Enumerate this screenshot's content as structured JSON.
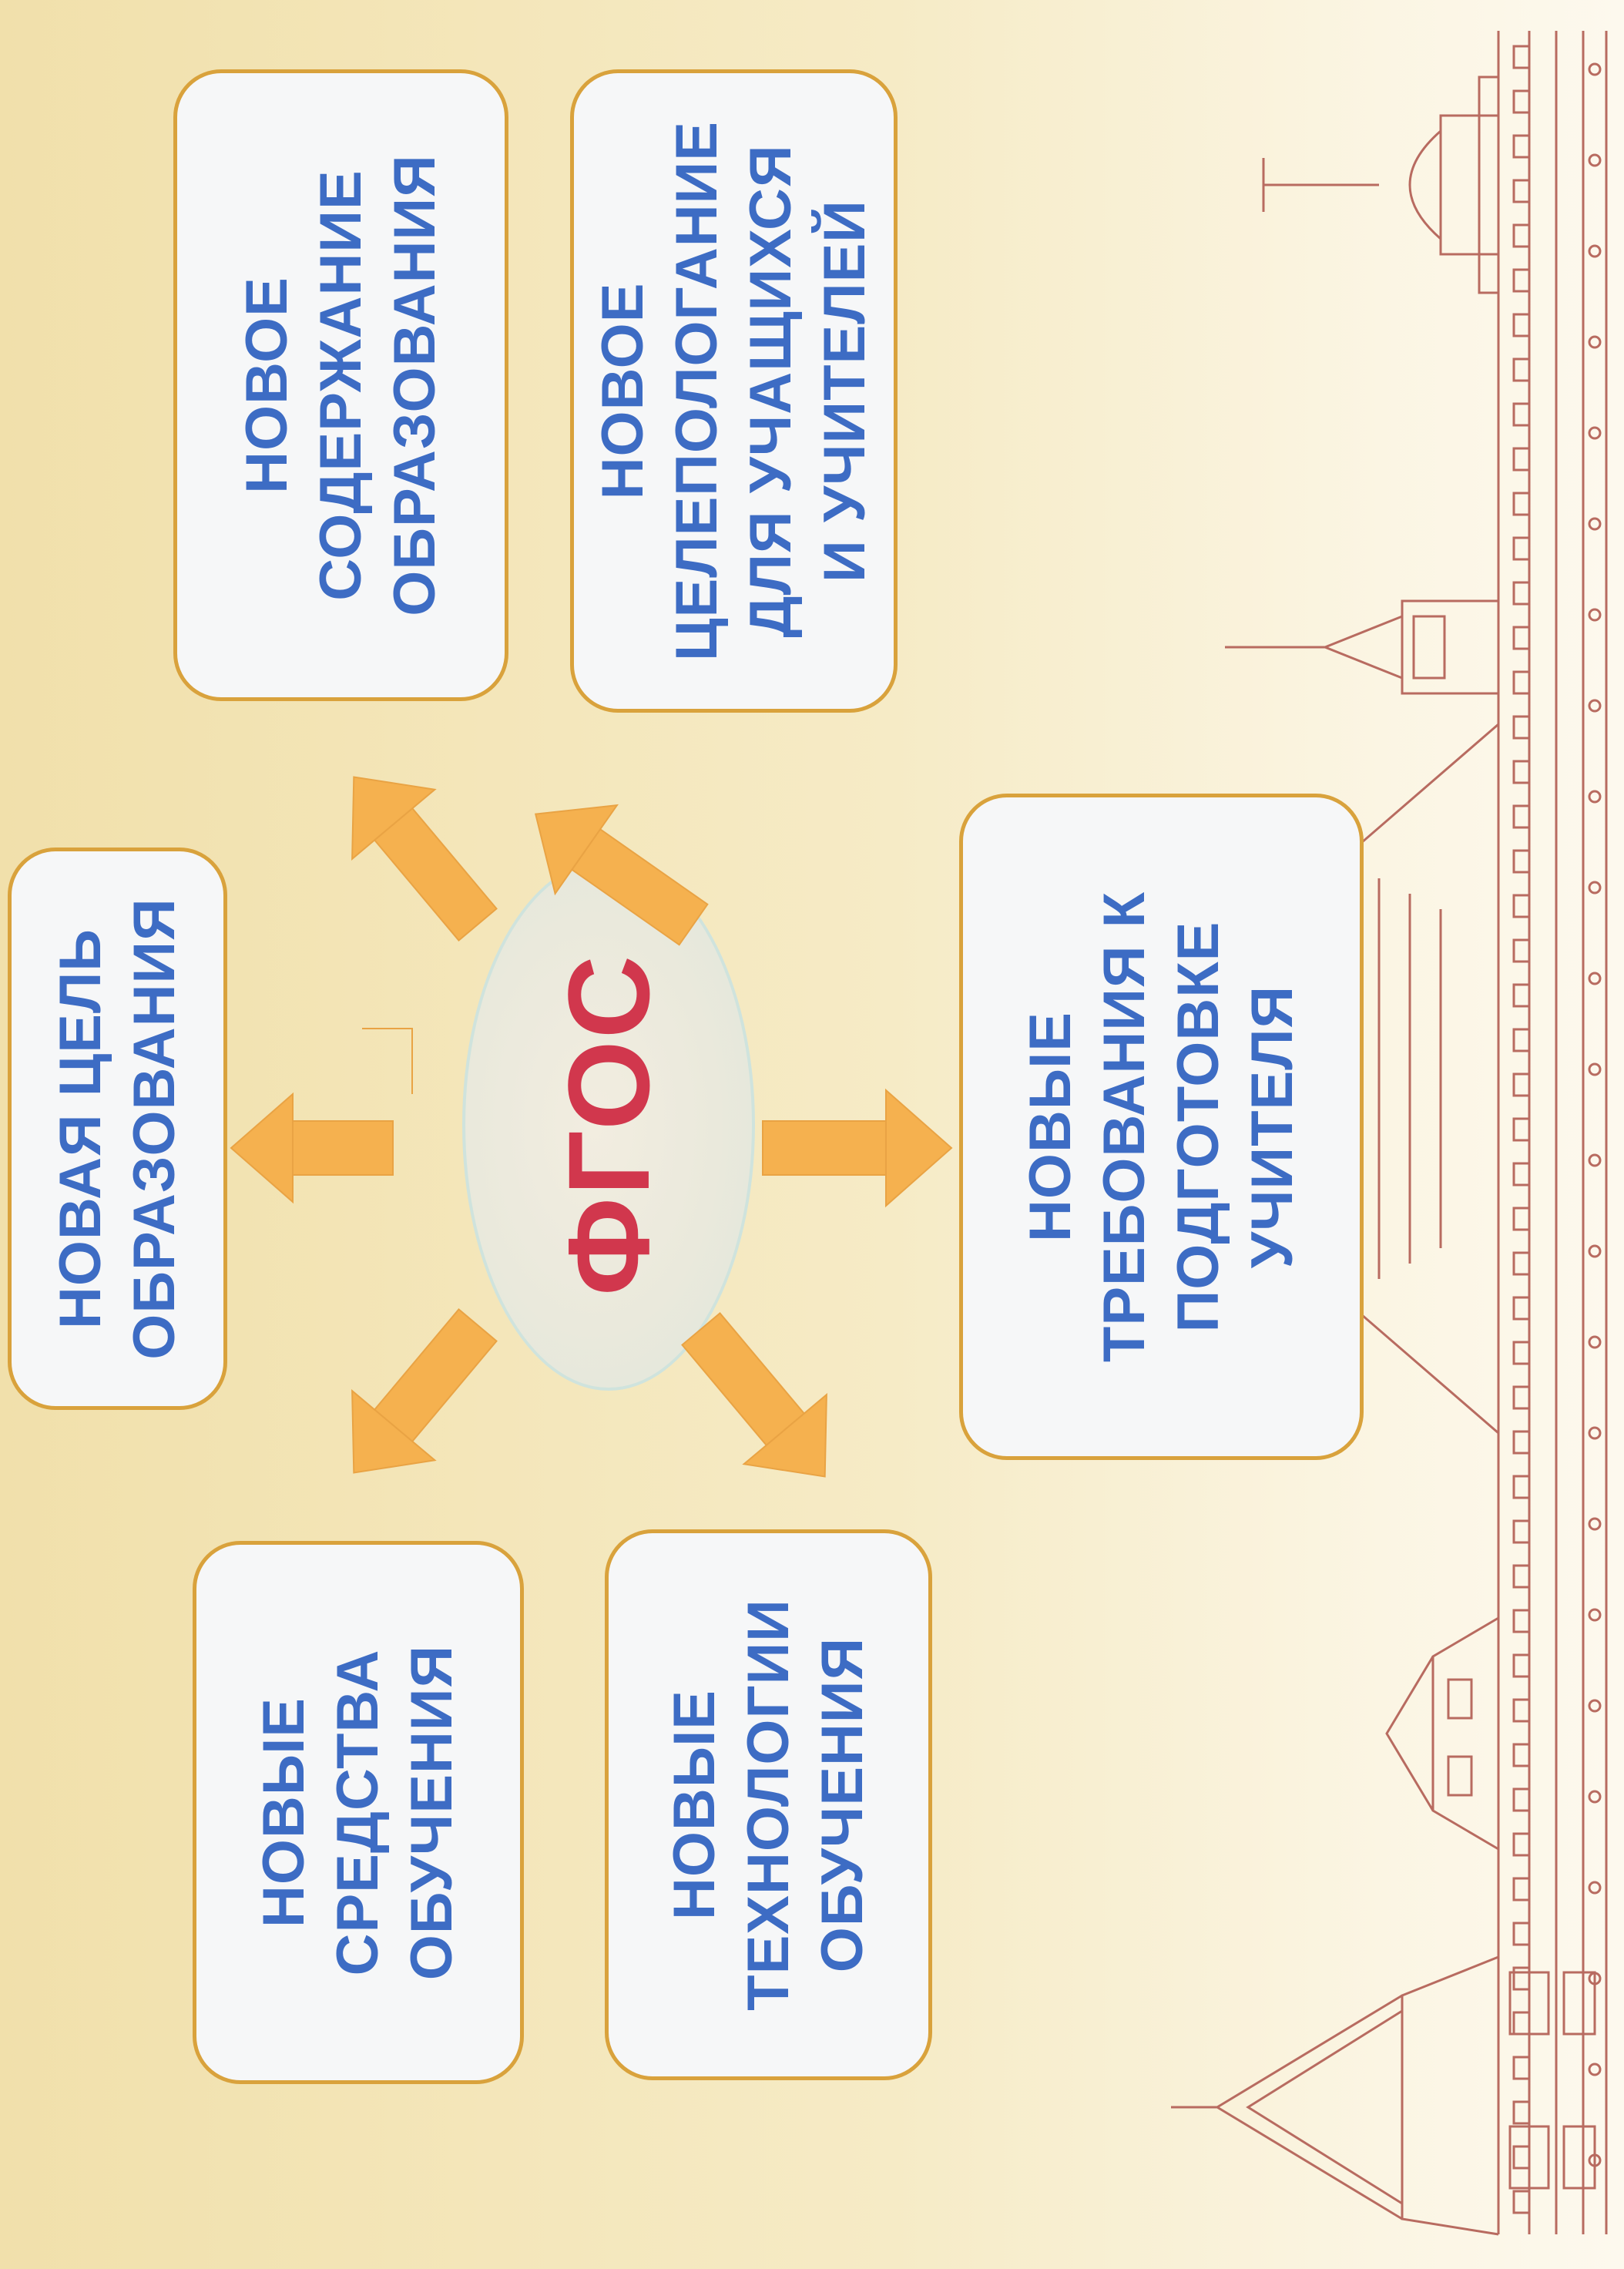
{
  "diagram": {
    "center": {
      "label": "ФГОС",
      "color": "#d1374d"
    },
    "nodes": [
      {
        "id": "goal",
        "label": "НОВАЯ ЦЕЛЬ\nОБРАЗОВАНИЯ"
      },
      {
        "id": "content",
        "label": "НОВОЕ\nСОДЕРЖАНИЕ\nОБРАЗОВАНИЯ"
      },
      {
        "id": "goalsetting",
        "label": "НОВОЕ\nЦЕЛЕПОЛОГАНИЕ\nДЛЯ УЧАЩИХСЯ\nИ УЧИТЕЛЕЙ"
      },
      {
        "id": "requirements",
        "label": "НОВЫЕ\nТРЕБОВАНИЯ К\nПОДГОТОВКЕ\nУЧИТЕЛЯ"
      },
      {
        "id": "tools",
        "label": "НОВЫЕ\nСРЕДСТВА\nОБУЧЕНИЯ"
      },
      {
        "id": "technologies",
        "label": "НОВЫЕ\nТЕХНОЛОГИИ\nОБУЧЕНИЯ"
      }
    ],
    "edges": [
      {
        "from": "center",
        "to": "goal"
      },
      {
        "from": "center",
        "to": "content"
      },
      {
        "from": "center",
        "to": "goalsetting"
      },
      {
        "from": "center",
        "to": "requirements"
      },
      {
        "from": "center",
        "to": "tools"
      },
      {
        "from": "center",
        "to": "technologies"
      }
    ],
    "colors": {
      "node_border": "#d9a23c",
      "node_text": "#3d6cc4",
      "arrow": "#f5b14f",
      "background": "#f3e4b4",
      "kremlin_line": "#b86b60"
    }
  }
}
